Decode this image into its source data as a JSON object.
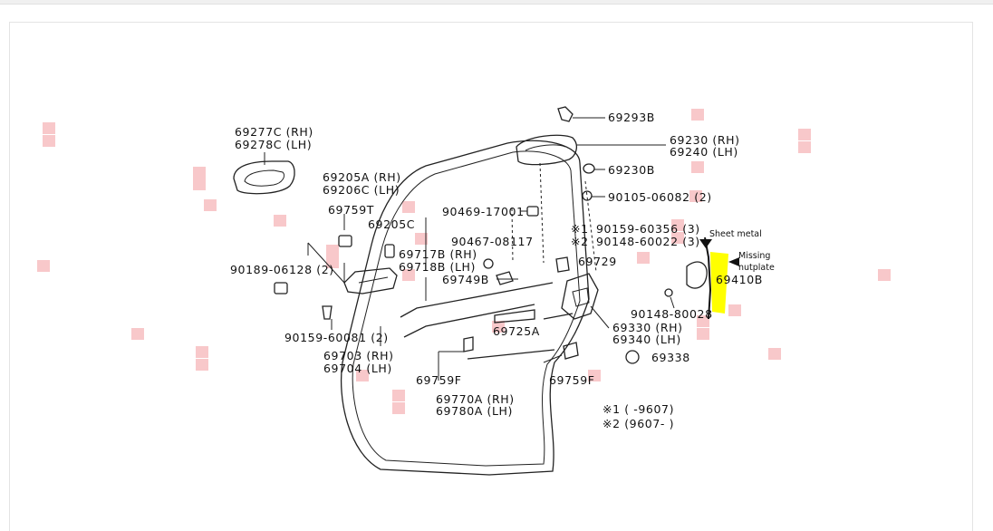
{
  "colors": {
    "highlight": "#ffff00",
    "marker": "#f5b5b8",
    "ink": "#111111"
  },
  "labels": {
    "l69277c": "69277C (RH)",
    "l69278c": "69278C (LH)",
    "l69293b": "69293B",
    "l69230": "69230 (RH)",
    "l69240": "69240 (LH)",
    "l69230b": "69230B",
    "l90105": "90105-06082 (2)",
    "l69205a": "69205A (RH)",
    "l69206c": "69206C (LH)",
    "l69759t": "69759T",
    "l69205c": "69205C",
    "l90469": "90469-17001",
    "l90159a": "90159-60356 (3)",
    "l90148a": "90148-60022 (3)",
    "mark1": "※1",
    "mark2": "※2",
    "l90467": "90467-08117",
    "l69717b": "69717B (RH)",
    "l69718b": "69718B (LH)",
    "l69729": "69729",
    "l90189": "90189-06128 (2)",
    "l69749b": "69749B",
    "l69410b": "69410B",
    "l90148b": "90148-80028",
    "l90159b": "90159-60081 (2)",
    "l69725a": "69725A",
    "l69330": "69330 (RH)",
    "l69340": "69340 (LH)",
    "l69703": "69703 (RH)",
    "l69704": "69704 (LH)",
    "l69338": "69338",
    "l69759f1": "69759F",
    "l69759f2": "69759F",
    "l69770a": "69770A (RH)",
    "l69780a": "69780A (LH)",
    "note1": "※1 (      -9607)",
    "note2": "※2 (9607-       )"
  },
  "annotations": {
    "sheet_metal": "Sheet metal",
    "missing_1": "Missing",
    "missing_2": "nutplate"
  }
}
